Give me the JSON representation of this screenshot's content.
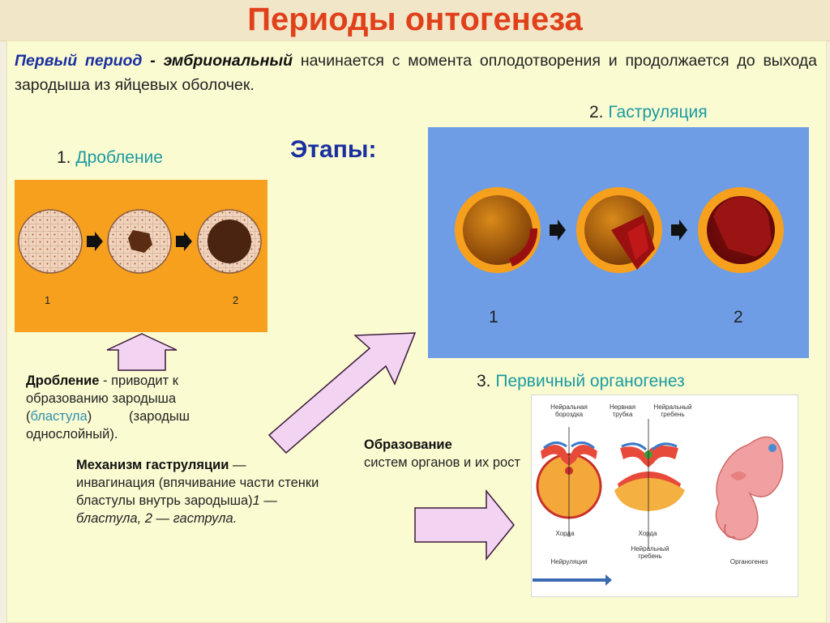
{
  "title": "Периоды онтогенеза",
  "intro": {
    "period": "Первый период",
    "dash": " - ",
    "term": "эмбриональный",
    "rest": " начинается с момента оплодотворения и продолжается до выхода зародыша из яйцевых оболочек."
  },
  "etapy": "Этапы:",
  "stage1": {
    "num": "1. ",
    "name": "Дробление",
    "fig_label_1": "1",
    "fig_label_2": "2"
  },
  "stage2": {
    "num": "2. ",
    "name": "Гаструляция",
    "fig_label_1": "1",
    "fig_label_2": "2"
  },
  "stage3": {
    "num": "3. ",
    "name": "Первичный органогенез",
    "labels": {
      "neural_groove": "Нейральная бороздка",
      "neural_tube": "Нервная трубка",
      "neural_crest": "Нейральный гребень",
      "chord1": "Хорда",
      "chord2": "Хорда",
      "neural_crest_bottom": "Нейральный гребень",
      "neurulation": "Нейруляция",
      "organogenesis": "Органогенез"
    }
  },
  "cleavage_text": {
    "term": "Дробление",
    "part1": " - приводит к образованию зародыша (",
    "blastula": "бластула",
    "part2": ")          (зародыш однослойный)."
  },
  "gastrulation_text": {
    "term": "Механизм гаструляции",
    "part1": " — инвагинация (впячивание части стенки бластулы внутрь зародыша)",
    "italic": "1 — бластула, 2 — гаструла."
  },
  "formation_text": {
    "term": "Образование",
    "rest": "систем органов и их рост"
  },
  "colors": {
    "title": "#e0401a",
    "accent_blue": "#1a2fa0",
    "accent_teal": "#1a9aa0",
    "orange_panel": "#f6a01e",
    "blue_panel": "#6e9de6",
    "arrow_fill": "#f2d3f2"
  }
}
